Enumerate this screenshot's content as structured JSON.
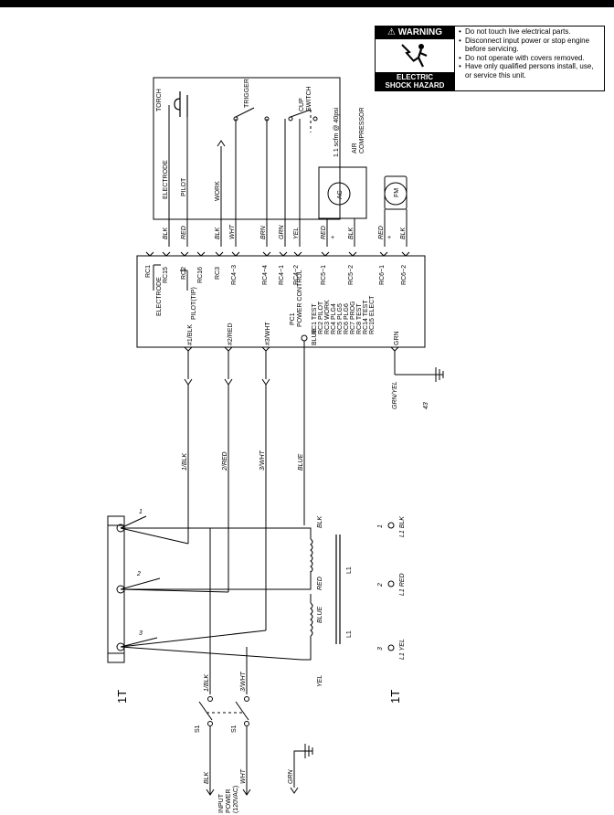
{
  "warning": {
    "title": "WARNING",
    "hazard_line1": "ELECTRIC",
    "hazard_line2": "SHOCK HAZARD",
    "items": [
      "Do not touch live electrical parts.",
      "Disconnect input power or stop engine before servicing.",
      "Do not operate with covers removed.",
      "Have only qualified persons install, use, or service this unit."
    ],
    "icons": [
      "warning-triangle-icon",
      "electric-shock-icon"
    ]
  },
  "torch": {
    "torch": "TORCH",
    "trigger": "TRIGGER",
    "cup_switch_1": "CUP",
    "cup_switch_2": "SWITCH",
    "electrode": "ELECTRODE",
    "pilot": "PILOT",
    "work": "WORK",
    "flow": "1.1 scfm @ 40psi",
    "air_1": "AIR",
    "air_2": "COMPRESSOR",
    "ac": "AC",
    "fm": "FM"
  },
  "wires_top": {
    "blk1": "BLK",
    "red1": "RED",
    "blk2": "BLK",
    "wht": "WHT",
    "brn": "BRN",
    "grn": "GRN",
    "yel": "YEL",
    "red2": "RED",
    "blk3": "BLK",
    "red3": "RED",
    "blk4": "BLK",
    "plus1": "+",
    "plus2": "+"
  },
  "connectors": {
    "rc1": "RC1",
    "rc15": "RC15",
    "rc2": "RC2",
    "rc16": "RC16",
    "rc3": "RC3",
    "rc4_3": "RC4−3",
    "rc4_4": "RC4−4",
    "rc4_1": "RC4−1",
    "rc4_2": "RC4−2",
    "rc5_1": "RC5−1",
    "rc5_2": "RC5−2",
    "rc6_1": "RC6−1",
    "rc6_2": "RC6−2",
    "electrode": "ELECTRODE",
    "pilot_tip": "PILOT(TIP)"
  },
  "pc1": {
    "title": "PC1",
    "subtitle": "POWER CONTROL",
    "lines": [
      "RC1 TEST",
      "RC2 PILOT",
      "RC3 WORK",
      "RC4 PLG4",
      "RC5 PLG5",
      "RC6 PLG6",
      "RC7 PROG",
      "RC8 TEST",
      "RC14 TEST",
      "RC15 ELECT"
    ],
    "blk_in": "#1/BLK",
    "red_in": "#2/RED",
    "wht_in": "#3/WHT",
    "blue": "BLUE",
    "grn": "GRN",
    "grn_yel": "GRN/YEL",
    "ground_num": "43"
  },
  "mid_wires": {
    "w1": "1/BLK",
    "w2": "2/RED",
    "w3": "3/WHT",
    "blue": "BLUE"
  },
  "transformer": {
    "t1": "1",
    "t2": "2",
    "t3": "3",
    "blk": "BLK",
    "red": "RED",
    "blue": "BLUE",
    "yel": "YEL",
    "l1a": "L1",
    "l1b": "L1",
    "leg1": "1",
    "leg1_label": "L1 BLK",
    "leg2": "2",
    "leg2_label": "L1 RED",
    "leg3": "3",
    "leg3_label": "L1 YEL",
    "onet_left": "1T",
    "onet_right": "1T"
  },
  "input": {
    "blk_top": "1/BLK",
    "wht_top": "3/WHT",
    "s1a": "S1",
    "s1b": "S1",
    "blk": "BLK",
    "wht": "WHT",
    "grn": "GRN",
    "line1": "INPUT",
    "line2": "POWER",
    "line3": "(120VAC)"
  }
}
